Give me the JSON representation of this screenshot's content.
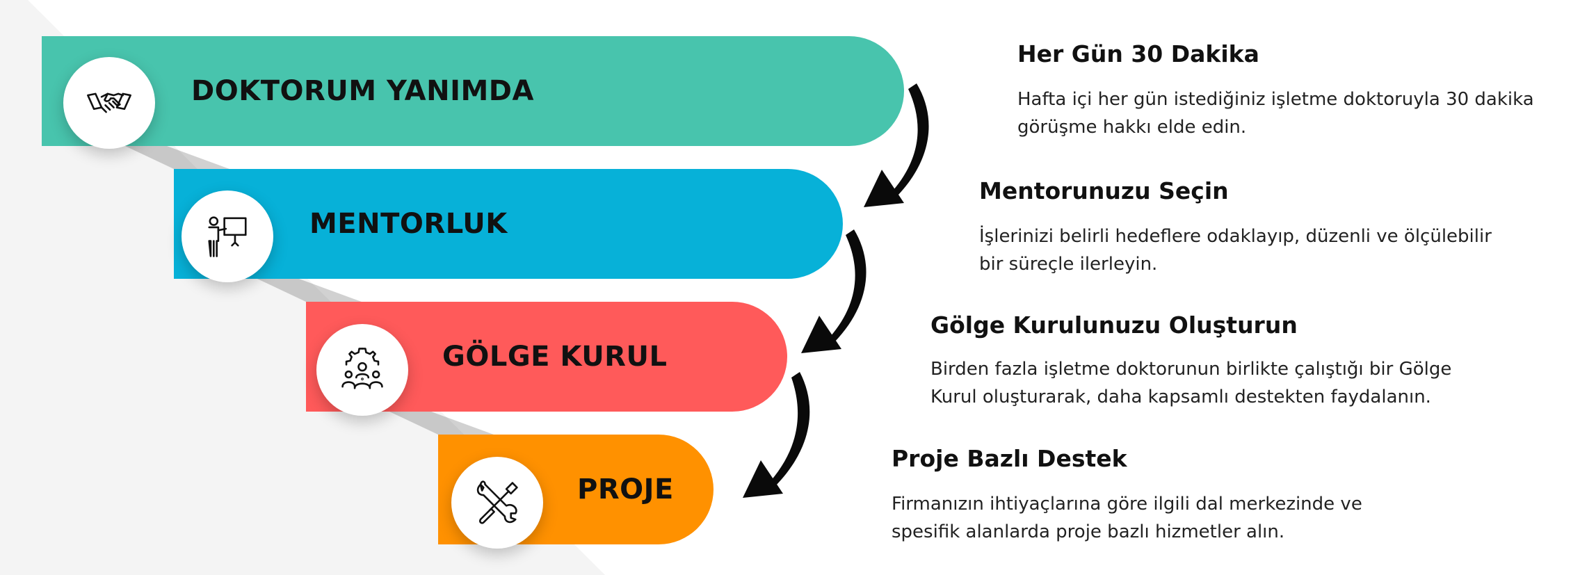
{
  "colors": {
    "teal": "#48c4ad",
    "cyan": "#07b1d8",
    "coral": "#ff5a5a",
    "orange": "#ff9100",
    "arrow": "#0a0a0a",
    "shadow_panel": "#f2f2f2"
  },
  "steps": [
    {
      "label": "DOKTORUM YANIMDA",
      "icon": "handshake-icon",
      "color": "#48c4ad",
      "title": "Her Gün 30 Dakika",
      "text": "Hafta içi her gün istediğiniz işletme doktoruyla 30 dakika\ngörüşme hakkı elde edin."
    },
    {
      "label": "MENTORLUK",
      "icon": "presentation-icon",
      "color": "#07b1d8",
      "title": "Mentorunuzu Seçin",
      "text": "İşlerinizi belirli hedeflere odaklayıp, düzenli ve ölçülebilir\nbir süreçle ilerleyin."
    },
    {
      "label": "GÖLGE KURUL",
      "icon": "team-gear-icon",
      "color": "#ff5a5a",
      "title": "Gölge Kurulunuzu Oluşturun",
      "text": "Birden fazla işletme doktorunun birlikte çalıştığı bir Gölge\nKurul oluşturarak, daha kapsamlı destekten faydalanın."
    },
    {
      "label": "PROJE",
      "icon": "tools-icon",
      "color": "#ff9100",
      "title": "Proje Bazlı Destek",
      "text": "Firmanızın ihtiyaçlarına göre ilgili dal merkezinde ve\nspesifik alanlarda proje bazlı hizmetler alın."
    }
  ]
}
